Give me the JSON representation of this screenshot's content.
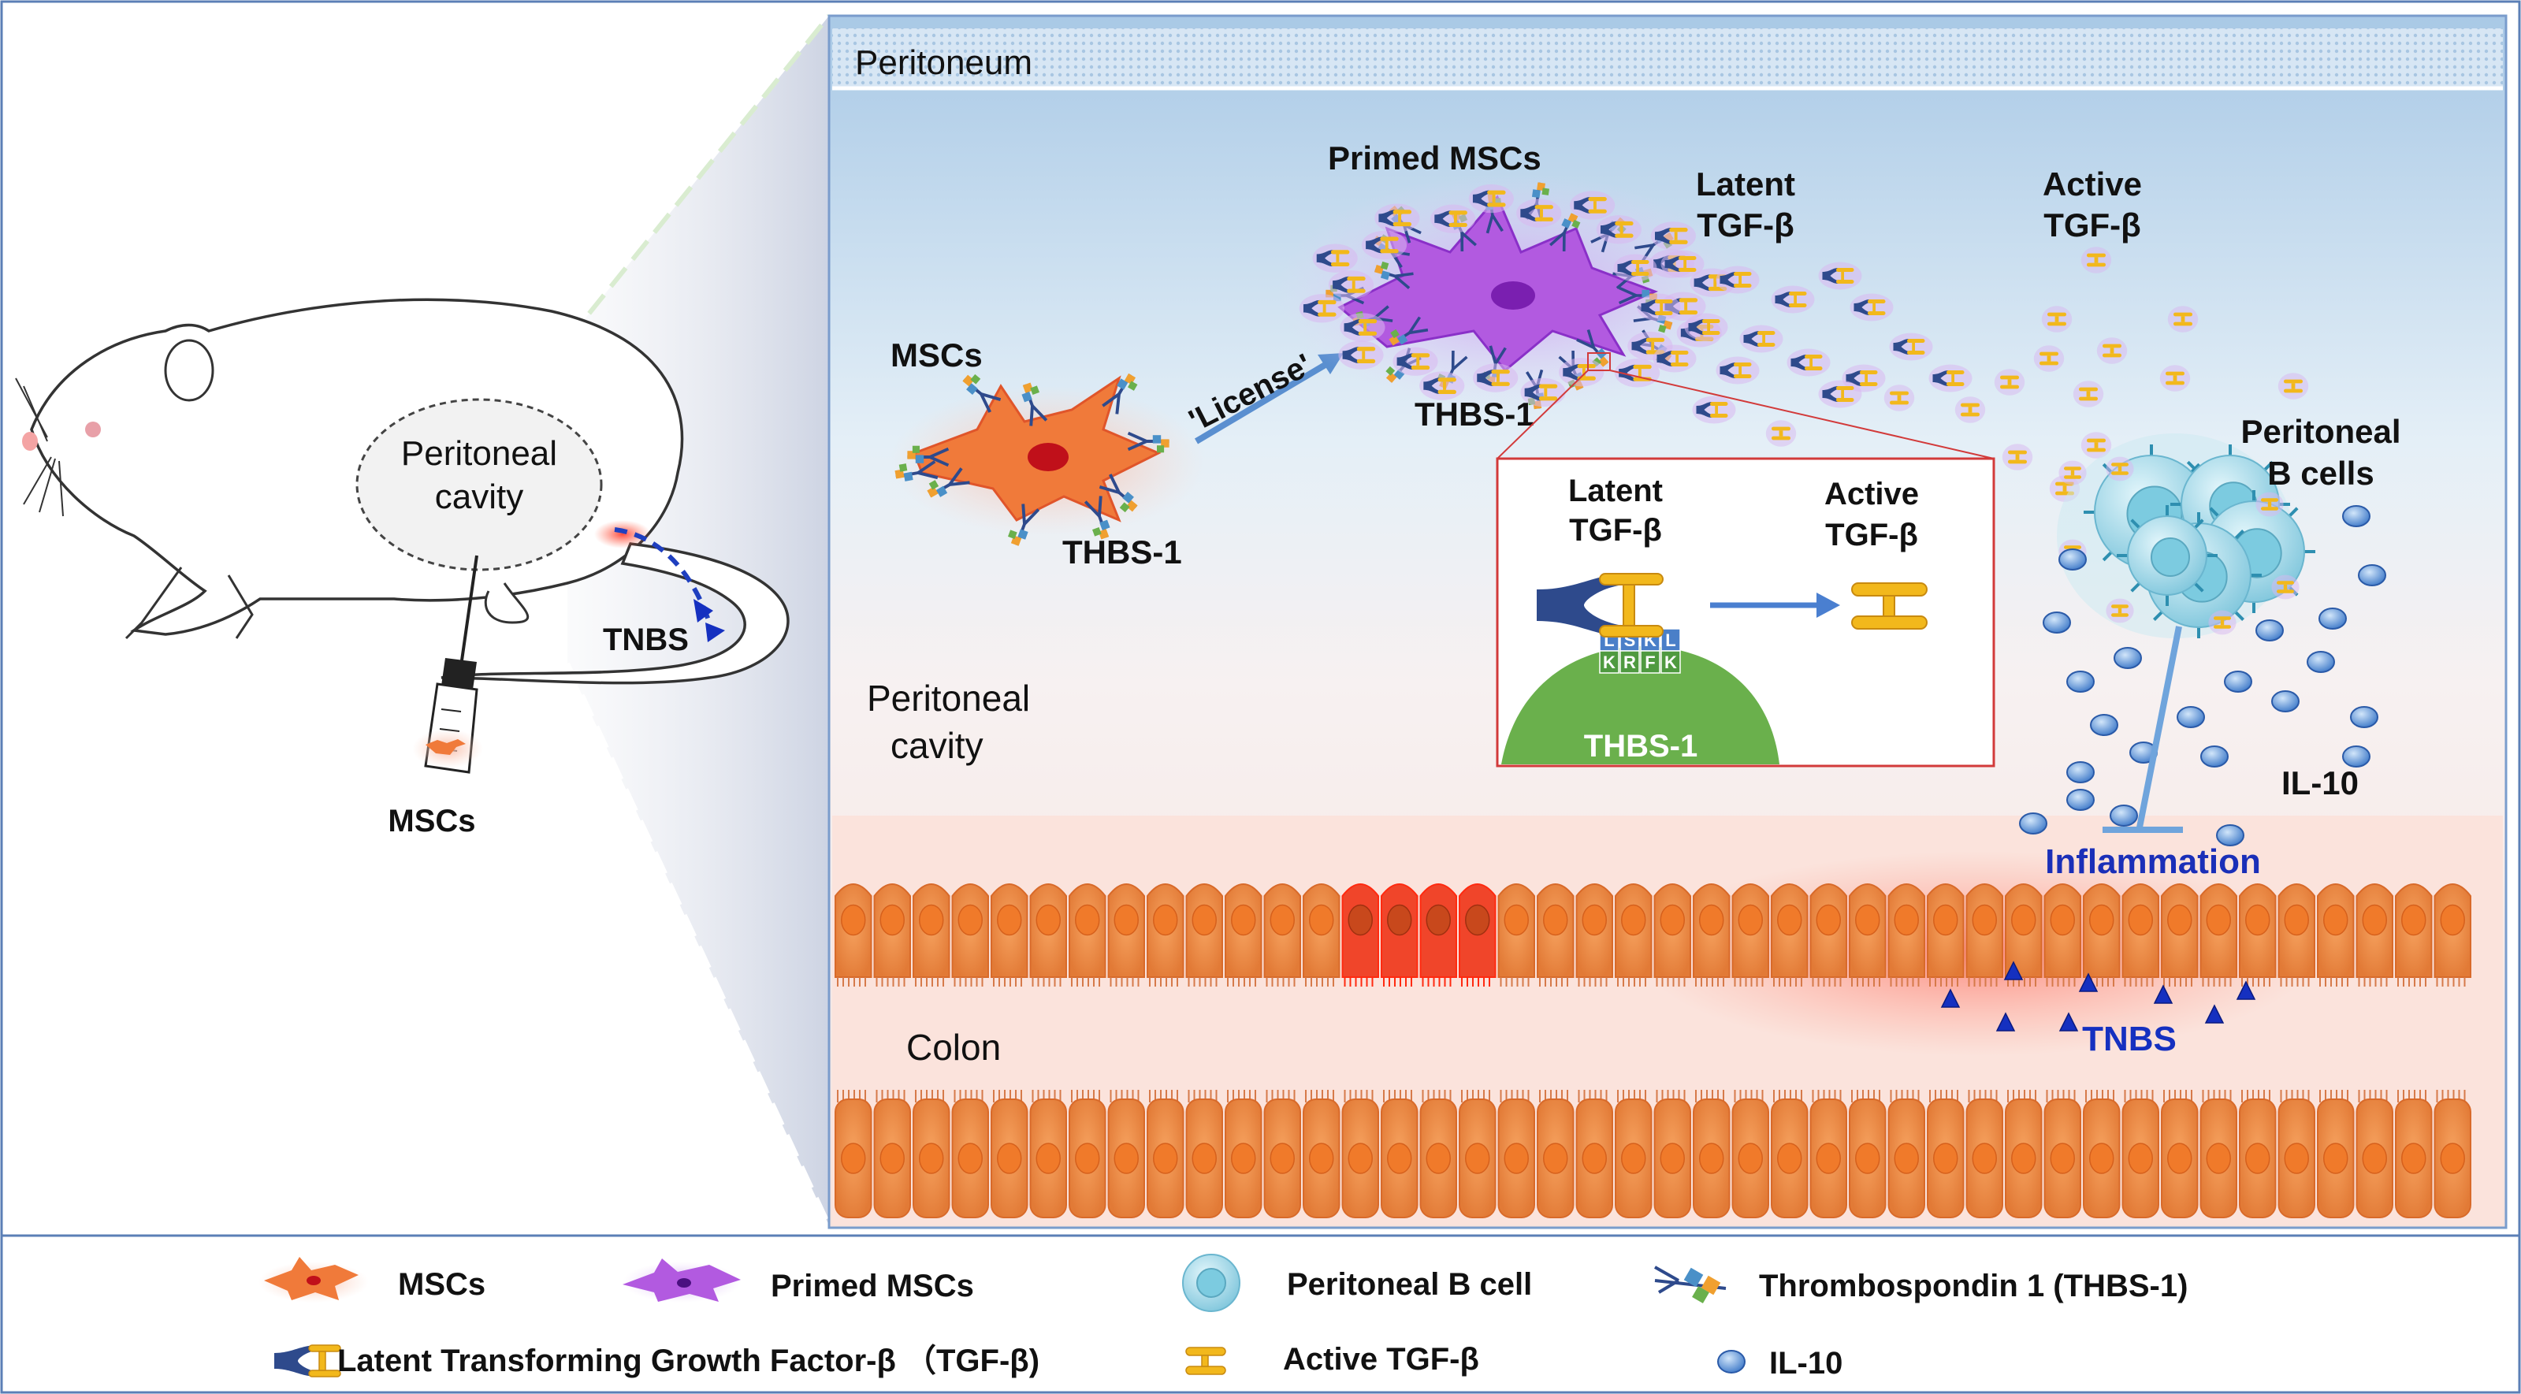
{
  "panel": {
    "peritoneum": "Peritoneum",
    "peritoneal_cavity_line1": "Peritoneal",
    "peritoneal_cavity_line2": "cavity",
    "colon": "Colon"
  },
  "mouse": {
    "cavity_line1": "Peritoneal",
    "cavity_line2": "cavity",
    "tnbs": "TNBS",
    "mscs": "MSCs"
  },
  "cells": {
    "mscs": "MSCs",
    "thbs1_left": "THBS-1",
    "license": "'License'",
    "primed_mscs": "Primed MSCs",
    "thbs1_primed": "THBS-1",
    "latent_line1": "Latent",
    "latent_line2": "TGF-β",
    "active_line1": "Active",
    "active_line2": "TGF-β",
    "bcells_line1": "Peritoneal",
    "bcells_line2": "B cells",
    "il10": "IL-10",
    "inflammation": "Inflammation",
    "tnbs_colon": "TNBS"
  },
  "inset": {
    "latent_line1": "Latent",
    "latent_line2": "TGF-β",
    "active_line1": "Active",
    "active_line2": "TGF-β",
    "seq_top": [
      "L",
      "S",
      "K",
      "L"
    ],
    "seq_bottom": [
      "K",
      "R",
      "F",
      "K"
    ],
    "thbs1": "THBS-1"
  },
  "legend": {
    "mscs": "MSCs",
    "primed_mscs": "Primed MSCs",
    "b_cell": "Peritoneal B cell",
    "thbs1": "Thrombospondin 1 (THBS-1)",
    "latent_tgf": "Latent Transforming Growth Factor-β （TGF-β)",
    "active_tgf": "Active TGF-β",
    "il10": "IL-10"
  },
  "colors": {
    "msc": "#f07a3a",
    "primed": "#a64ad8",
    "bcell": "#8fd3e4",
    "tgf": "#f2b81c",
    "il10": "#3c78c8",
    "thbs1_dome": "#6ab04c",
    "inflammation_text": "#1a2fb8",
    "tnbs": "#1530c0",
    "colon_cell": "#f08a4a"
  }
}
